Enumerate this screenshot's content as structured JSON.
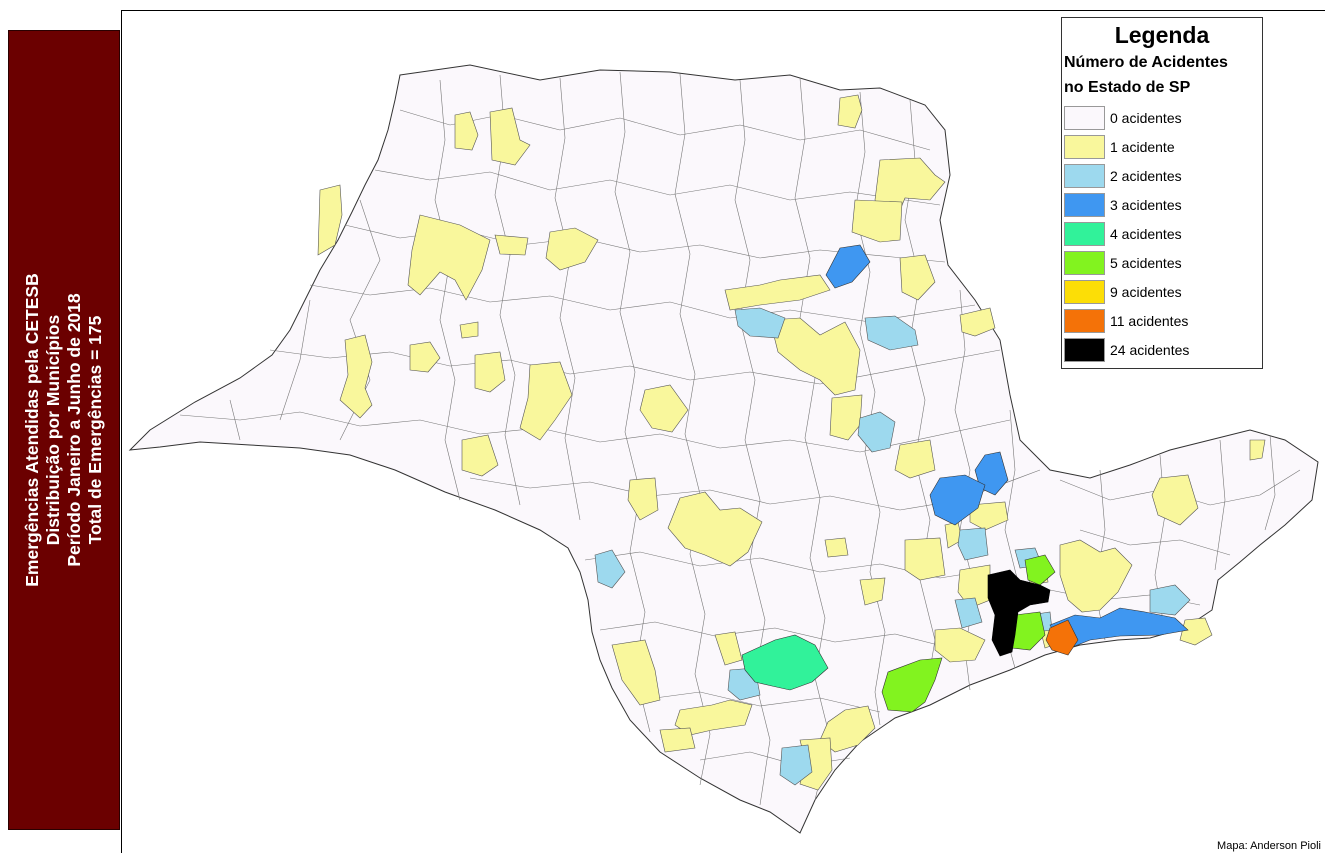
{
  "side_panel": {
    "lines": [
      "Emergências Atendidas pela CETESB",
      "Distribuição por Municípios",
      "Período Janeiro a Junho de 2018",
      "Total de Emergências = 175"
    ]
  },
  "legend": {
    "title": "Legenda",
    "subtitle_line1": "Número de Acidentes",
    "subtitle_line2": "no Estado de SP",
    "items": [
      {
        "label": "0 acidentes",
        "color": "#fbf8fc"
      },
      {
        "label": "1 acidente",
        "color": "#f9f79c"
      },
      {
        "label": "2 acidentes",
        "color": "#9dd9ee"
      },
      {
        "label": "3 acidentes",
        "color": "#3f97f1"
      },
      {
        "label": "4 acidentes",
        "color": "#31f29a"
      },
      {
        "label": "5 acidentes",
        "color": "#82f31f"
      },
      {
        "label": "9 acidentes",
        "color": "#fcde06"
      },
      {
        "label": "11 acidentes",
        "color": "#f47208"
      },
      {
        "label": "24 acidentes",
        "color": "#000000"
      }
    ]
  },
  "credit": "Mapa: Anderson Pioli"
}
